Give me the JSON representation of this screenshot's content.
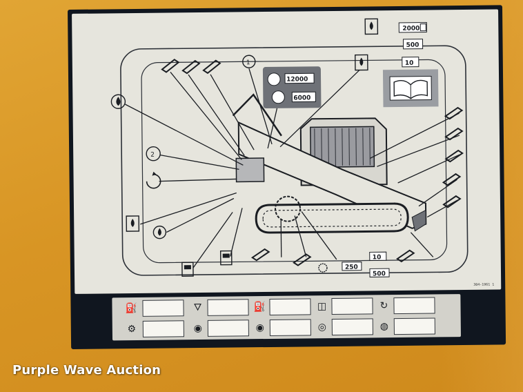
{
  "photo": {
    "watermark": "Purple Wave Auction",
    "background_color": "#d89524"
  },
  "decal": {
    "part_number": "304-1961 1",
    "intervals": {
      "top_2000": "2000",
      "top_500": "500",
      "top_10": "10",
      "coolant_12000": "12000",
      "coolant_6000": "6000",
      "track_10": "10",
      "track_250": "250",
      "track_500": "500"
    },
    "icons": [
      "grease-gun-icon",
      "oil-drop-icon",
      "engine-oil-icon",
      "fuel-tank-icon",
      "hydraulic-tank-icon",
      "coolant-icon",
      "air-filter-icon",
      "manual-book-icon",
      "track-tensioner-icon",
      "belt-icon"
    ]
  }
}
